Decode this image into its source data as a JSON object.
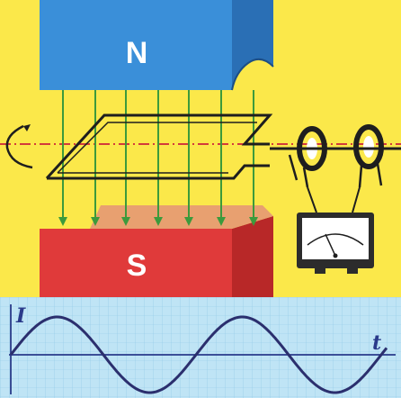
{
  "diagram": {
    "north_pole_label": "N",
    "south_pole_label": "S",
    "current_axis_label": "I",
    "time_axis_label": "t"
  },
  "colors": {
    "background": "#fbe84a",
    "north_magnet": "#3a8fd9",
    "north_magnet_dark": "#2a6fb5",
    "south_magnet": "#e03a3a",
    "south_magnet_dark": "#b82828",
    "field_lines": "#3c9a3c",
    "axis_line": "#d23b3b",
    "coil_outline": "#1e1e1e",
    "graph_background": "#bfe4f5",
    "graph_grid": "#8fc7e6",
    "wave": "#2b2f6e"
  },
  "icons": {
    "rotation": "rotation-arrow-icon",
    "meter": "galvanometer-icon"
  }
}
